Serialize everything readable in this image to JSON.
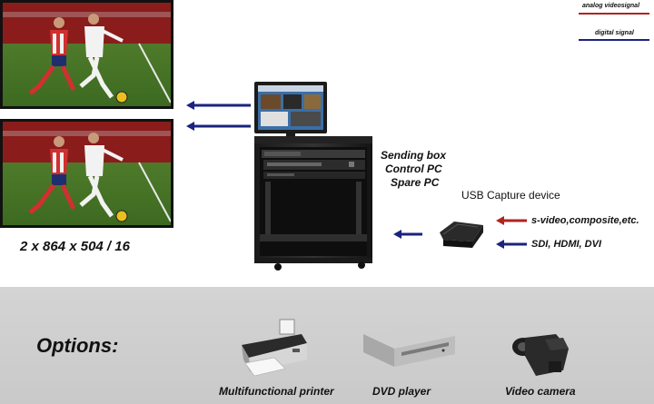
{
  "legend": {
    "analog_label": "analog videosignal",
    "digital_label": "digital signal",
    "analog_color": "#b22222",
    "digital_color": "#1a237e"
  },
  "displays": {
    "caption": "2 x 864 x 504 / 16"
  },
  "rack": {
    "lines": [
      "Sending box",
      "Control PC",
      "Spare PC"
    ]
  },
  "capture": {
    "label": "USB Capture device",
    "inputs": [
      "s-video,composite,etc.",
      "SDI, HDMI, DVI"
    ]
  },
  "options": {
    "title": "Options:",
    "devices": [
      "Multifunctional printer",
      "DVD player",
      "Video camera"
    ]
  },
  "icons": [
    "monitor-icon",
    "rack-icon",
    "printer-icon",
    "dvd-player-icon",
    "video-camera-icon",
    "capture-box-icon"
  ]
}
